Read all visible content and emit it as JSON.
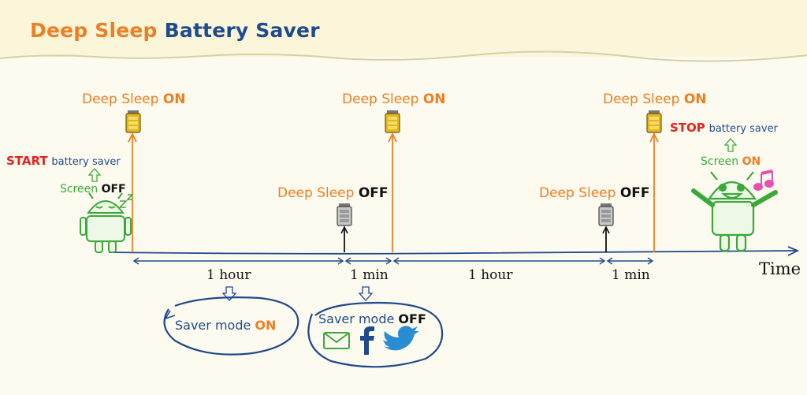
{
  "title": {
    "part1": "Deep Sleep",
    "part2": "Battery Saver"
  },
  "start": {
    "word": "START",
    "rest": "battery saver",
    "screen": "Screen",
    "screen_state": "OFF"
  },
  "stop": {
    "word": "STOP",
    "rest": "battery saver",
    "screen": "Screen",
    "screen_state": "ON"
  },
  "deep_sleep_on": [
    {
      "label": "Deep Sleep",
      "state": "ON"
    },
    {
      "label": "Deep Sleep",
      "state": "ON"
    },
    {
      "label": "Deep Sleep",
      "state": "ON"
    }
  ],
  "deep_sleep_off": [
    {
      "label": "Deep Sleep",
      "state": "OFF"
    },
    {
      "label": "Deep Sleep",
      "state": "OFF"
    }
  ],
  "durations": [
    "1 hour",
    "1 min",
    "1 hour",
    "1 min"
  ],
  "axis_label": "Time",
  "saver_on": {
    "label": "Saver mode",
    "state": "ON"
  },
  "saver_off": {
    "label": "Saver mode",
    "state": "OFF"
  },
  "colors": {
    "orange": "#f07d22",
    "blue": "#1f4a8e",
    "green": "#3aa93a",
    "red": "#e8211f"
  },
  "icons": [
    "battery-icon",
    "android-sleeping-icon",
    "android-happy-icon",
    "music-note-icon",
    "mail-icon",
    "facebook-icon",
    "twitter-bird-icon"
  ]
}
